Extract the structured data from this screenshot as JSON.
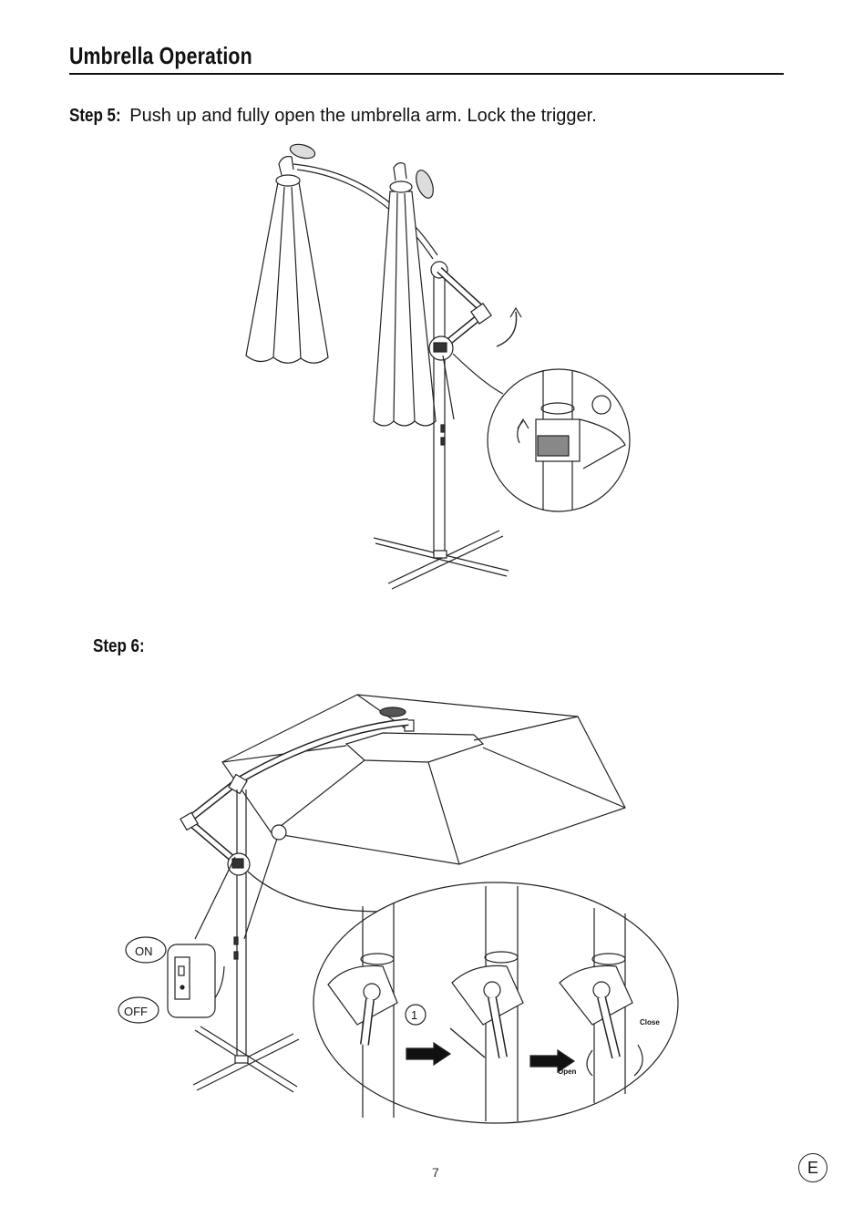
{
  "header": {
    "title": "Umbrella Operation"
  },
  "step5": {
    "label": "Step 5:",
    "text": " Push up and fully open the umbrella arm. Lock the trigger."
  },
  "step6": {
    "label": "Step 6:"
  },
  "switch": {
    "on_label": "ON",
    "off_label": "OFF"
  },
  "crank": {
    "marker": "1",
    "open_label": "Open",
    "close_label": "Close"
  },
  "footer": {
    "page_number": "7",
    "language_badge": "E"
  }
}
